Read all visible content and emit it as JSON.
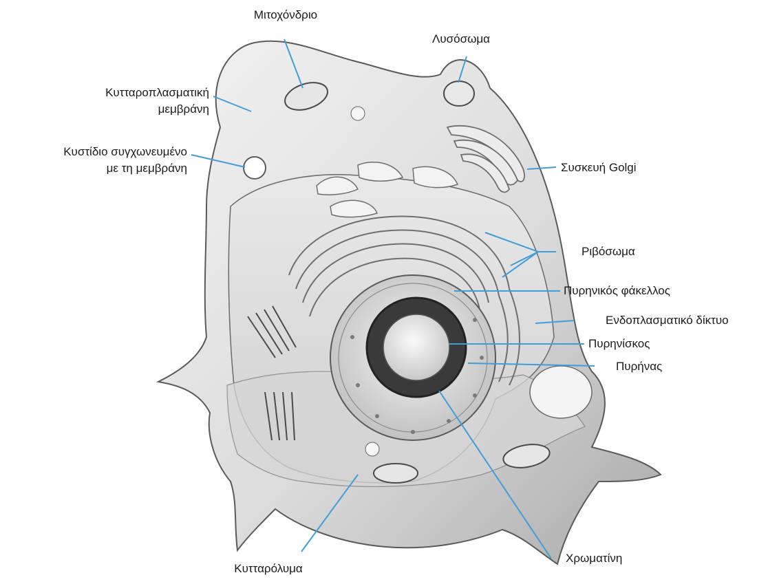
{
  "diagram": {
    "subject": "eukaryotic-animal-cell",
    "leader_color": "#3f9ed8",
    "labels": {
      "mitochondrion_top": "Μιτοχόνδριο",
      "lysosome": "Λυσόσωμα",
      "cell_membrane_line1": "Κυτταροπλασματική",
      "cell_membrane_line2": "μεμβράνη",
      "vesicle_line1": "Κυστίδιο συγχωνευμένο",
      "vesicle_line2": "με τη μεμβράνη",
      "golgi": "Συσκευή Golgi",
      "ribosome": "Ριβόσωμα",
      "nuclear_envelope": "Πυρηνικός φάκελλος",
      "endoplasmic_reticulum": "Ενδοπλασματικό δίκτυο",
      "nucleolus": "Πυρηνίσκος",
      "nucleus": "Πυρήνας",
      "chromatin": "Χρωματίνη",
      "cytoplasm": "Κυτταρόλυμα"
    }
  }
}
